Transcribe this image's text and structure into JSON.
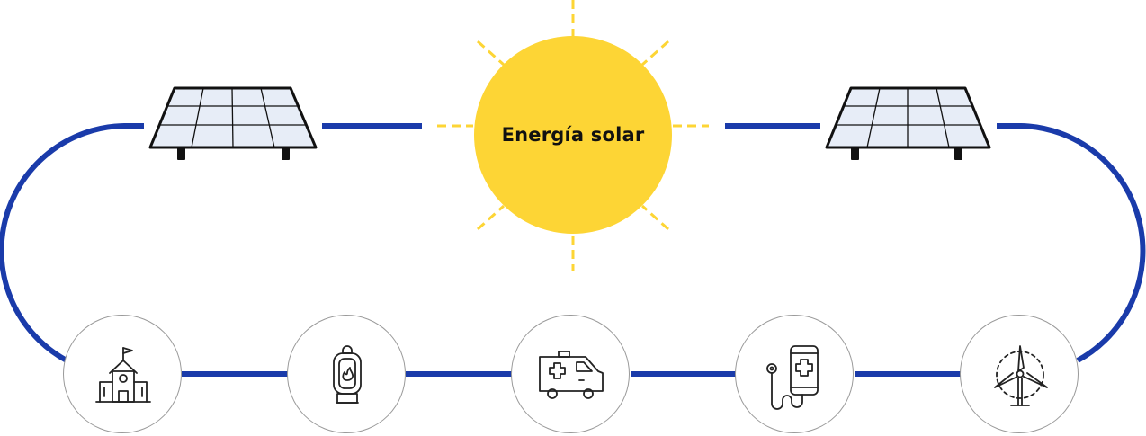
{
  "sun": {
    "label": "Energía solar",
    "color": "#FDD535",
    "icon": "sun-icon"
  },
  "panels": [
    {
      "icon": "solar-panel-icon",
      "position": "left"
    },
    {
      "icon": "solar-panel-icon",
      "position": "right"
    }
  ],
  "line_color": "#1A3BAA",
  "destinations": [
    {
      "icon": "school-icon"
    },
    {
      "icon": "lantern-icon"
    },
    {
      "icon": "ambulance-icon"
    },
    {
      "icon": "mobile-health-icon"
    },
    {
      "icon": "wind-turbine-icon"
    }
  ]
}
